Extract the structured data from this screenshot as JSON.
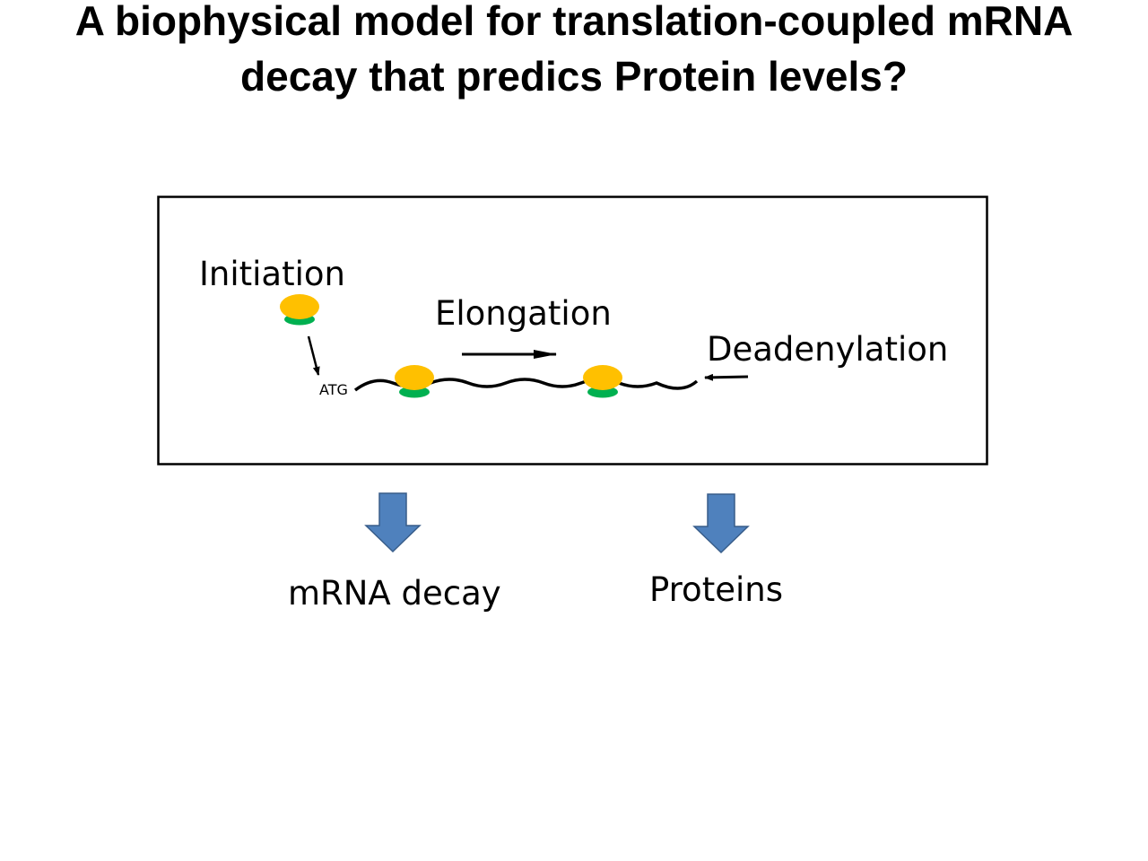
{
  "title": {
    "line1": "A biophysical model for translation-coupled mRNA",
    "line2": "decay that predics Protein levels?"
  },
  "diagram": {
    "labels": {
      "initiation": "Initiation",
      "elongation": "Elongation",
      "deadenylation": "Deadenylation",
      "start_codon": "ATG"
    },
    "outputs": {
      "mrna_decay": "mRNA decay",
      "proteins": "Proteins"
    }
  },
  "colors": {
    "ribosome_large": "#FFC000",
    "ribosome_small": "#00B050",
    "down_arrow_fill": "#4F81BD",
    "down_arrow_stroke": "#385D8A",
    "line": "#000000"
  }
}
